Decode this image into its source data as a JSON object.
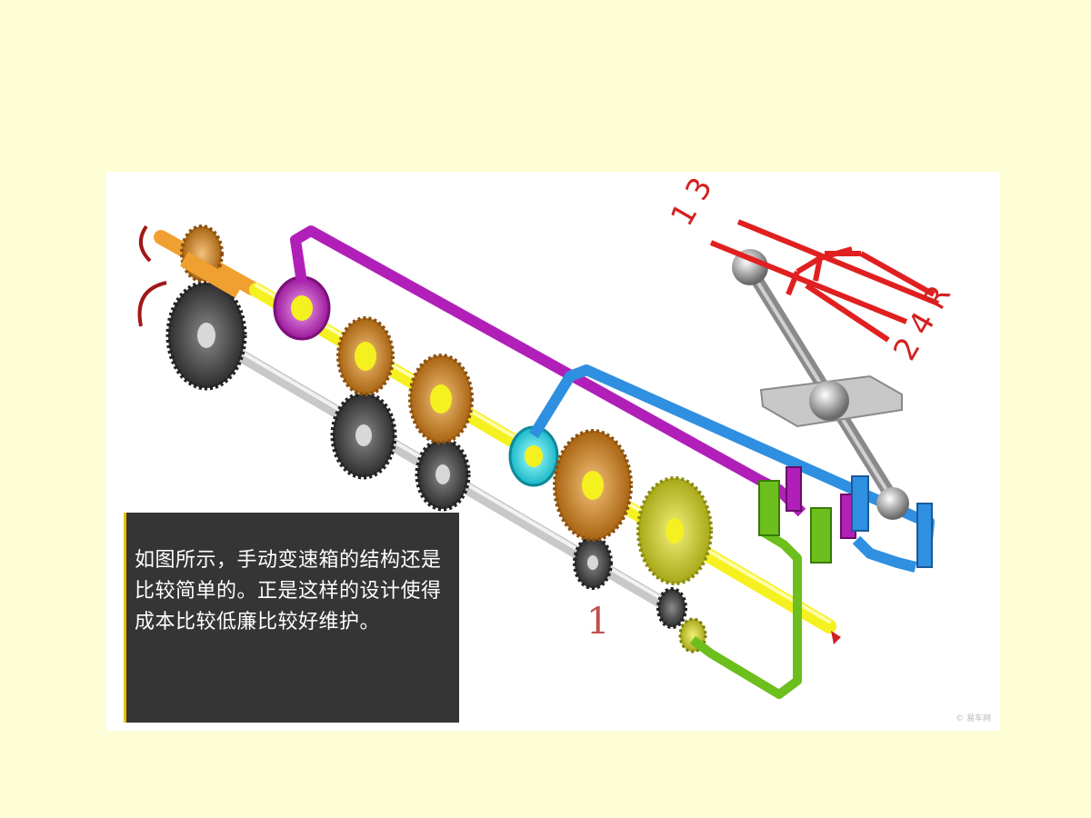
{
  "caption": {
    "text": "如图所示，手动变速箱的结构还是比较简单的。正是这样的设计使得成本比较低廉比较好维护。"
  },
  "diagram": {
    "shift_labels": {
      "top": "1 3",
      "bottom": "2 4 R"
    },
    "gear_number": "1",
    "watermark": "© 易车网"
  },
  "colors": {
    "page_background": "#fefed6",
    "caption_background": "#353535",
    "caption_accent": "#e6c200",
    "input_shaft": "#f0a030",
    "main_shaft": "#f5f020",
    "countershaft": "#d8d8d8",
    "fork_rod_purple": "#b020b8",
    "fork_rod_blue": "#2f8fe0",
    "fork_rod_green": "#6cbf1c",
    "shift_pattern": "#e02020",
    "gear_orange": "#c07820",
    "gear_gray": "#4a4a4a"
  }
}
